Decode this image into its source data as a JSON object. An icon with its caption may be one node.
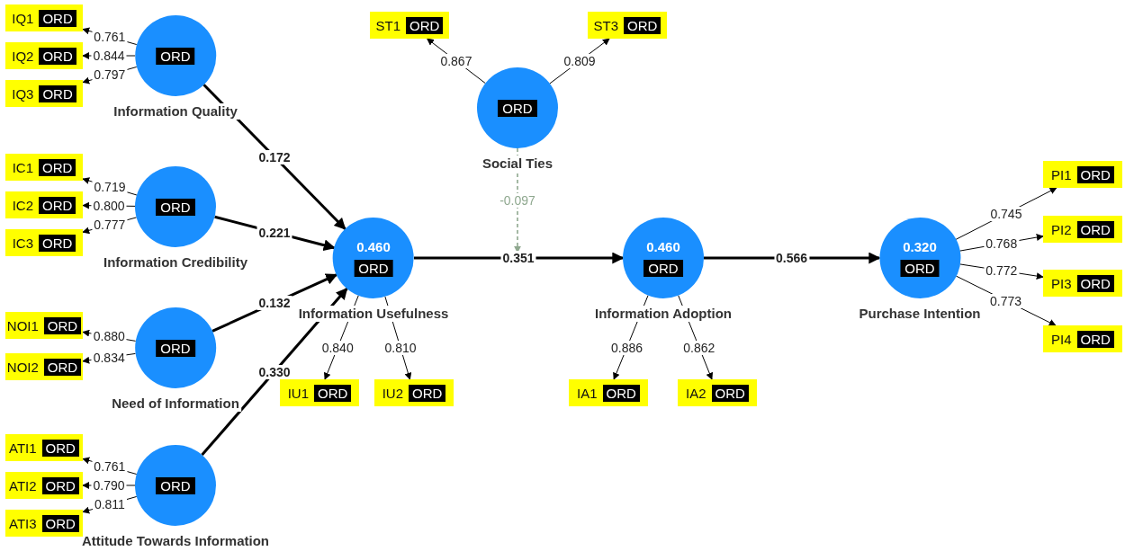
{
  "diagram": {
    "nodes": [
      {
        "text": [
          "ORD",
          "Information Quality"
        ]
      },
      {
        "text": [
          "IQ1",
          "ORD"
        ]
      },
      {
        "text": [
          "IQ2",
          "ORD"
        ]
      },
      {
        "text": [
          "IQ3",
          "ORD"
        ]
      },
      {
        "text": [
          "ORD",
          "Information Credibility"
        ]
      },
      {
        "text": [
          "IC1",
          "ORD"
        ]
      },
      {
        "text": [
          "IC2",
          "ORD"
        ]
      },
      {
        "text": [
          "IC3",
          "ORD"
        ]
      },
      {
        "text": [
          "ORD",
          "Need of Information"
        ]
      },
      {
        "text": [
          "NOI1",
          "ORD"
        ]
      },
      {
        "text": [
          "NOI2",
          "ORD"
        ]
      },
      {
        "text": [
          "ORD",
          "Attitude Towards Information"
        ]
      },
      {
        "text": [
          "ATI1",
          "ORD"
        ]
      },
      {
        "text": [
          "ATI2",
          "ORD"
        ]
      },
      {
        "text": [
          "ATI3",
          "ORD"
        ]
      },
      {
        "text": [
          "ORD",
          "Social Ties"
        ]
      },
      {
        "text": [
          "ST1",
          "ORD"
        ]
      },
      {
        "text": [
          "ST3",
          "ORD"
        ]
      },
      {
        "text": [
          "0.460",
          "ORD",
          "Information Usefulness"
        ]
      },
      {
        "text": [
          "IU1",
          "ORD"
        ]
      },
      {
        "text": [
          "IU2",
          "ORD"
        ]
      },
      {
        "text": [
          "0.460",
          "ORD",
          "Information Adoption"
        ]
      },
      {
        "text": [
          "IA1",
          "ORD"
        ]
      },
      {
        "text": [
          "IA2",
          "ORD"
        ]
      },
      {
        "text": [
          "0.320",
          "ORD",
          "Purchase Intention"
        ]
      },
      {
        "text": [
          "PI1",
          "ORD"
        ]
      },
      {
        "text": [
          "PI2",
          "ORD"
        ]
      },
      {
        "text": [
          "PI3",
          "ORD"
        ]
      },
      {
        "text": [
          "PI4",
          "ORD"
        ]
      }
    ],
    "edges": [
      {
        "from": 0,
        "to": 1,
        "arrow": "to",
        "label": "0.761"
      },
      {
        "from": 0,
        "to": 2,
        "arrow": "to",
        "label": "0.844"
      },
      {
        "from": 0,
        "to": 3,
        "arrow": "to",
        "label": "0.797"
      },
      {
        "from": 4,
        "to": 5,
        "arrow": "to",
        "label": "0.719"
      },
      {
        "from": 4,
        "to": 6,
        "arrow": "to",
        "label": "0.800"
      },
      {
        "from": 4,
        "to": 7,
        "arrow": "to",
        "label": "0.777"
      },
      {
        "from": 8,
        "to": 9,
        "arrow": "to",
        "label": "0.880"
      },
      {
        "from": 8,
        "to": 10,
        "arrow": "to",
        "label": "0.834"
      },
      {
        "from": 11,
        "to": 12,
        "arrow": "to",
        "label": "0.761"
      },
      {
        "from": 11,
        "to": 13,
        "arrow": "to",
        "label": "0.790"
      },
      {
        "from": 11,
        "to": 14,
        "arrow": "to",
        "label": "0.811"
      },
      {
        "from": 15,
        "to": 16,
        "arrow": "to",
        "label": "0.867"
      },
      {
        "from": 15,
        "to": 17,
        "arrow": "to",
        "label": "0.809"
      },
      {
        "from": 18,
        "to": 19,
        "arrow": "to",
        "label": "0.840"
      },
      {
        "from": 18,
        "to": 20,
        "arrow": "to",
        "label": "0.810"
      },
      {
        "from": 21,
        "to": 22,
        "arrow": "to",
        "label": "0.886"
      },
      {
        "from": 21,
        "to": 23,
        "arrow": "to",
        "label": "0.862"
      },
      {
        "from": 24,
        "to": 25,
        "arrow": "to",
        "label": "0.745"
      },
      {
        "from": 24,
        "to": 26,
        "arrow": "to",
        "label": "0.768"
      },
      {
        "from": 24,
        "to": 27,
        "arrow": "to",
        "label": "0.772"
      },
      {
        "from": 24,
        "to": 28,
        "arrow": "to",
        "label": "0.773"
      },
      {
        "from": 0,
        "to": 18,
        "arrow": "to",
        "label": "0.172",
        "style": "thick"
      },
      {
        "from": 4,
        "to": 18,
        "arrow": "to",
        "label": "0.221",
        "style": "thick"
      },
      {
        "from": 8,
        "to": 18,
        "arrow": "to",
        "label": "0.132",
        "style": "thick"
      },
      {
        "from": 11,
        "to": 18,
        "arrow": "to",
        "label": "0.330",
        "style": "thick"
      },
      {
        "from": 18,
        "to": 21,
        "arrow": "to",
        "label": "0.351",
        "style": "thick"
      },
      {
        "from": 21,
        "to": 24,
        "arrow": "to",
        "label": "0.566",
        "style": "thick"
      },
      {
        "from": 15,
        "to": null,
        "arrow": "to",
        "label": "-0.097",
        "style": "dashed",
        "color": "#8fa88f"
      }
    ]
  }
}
